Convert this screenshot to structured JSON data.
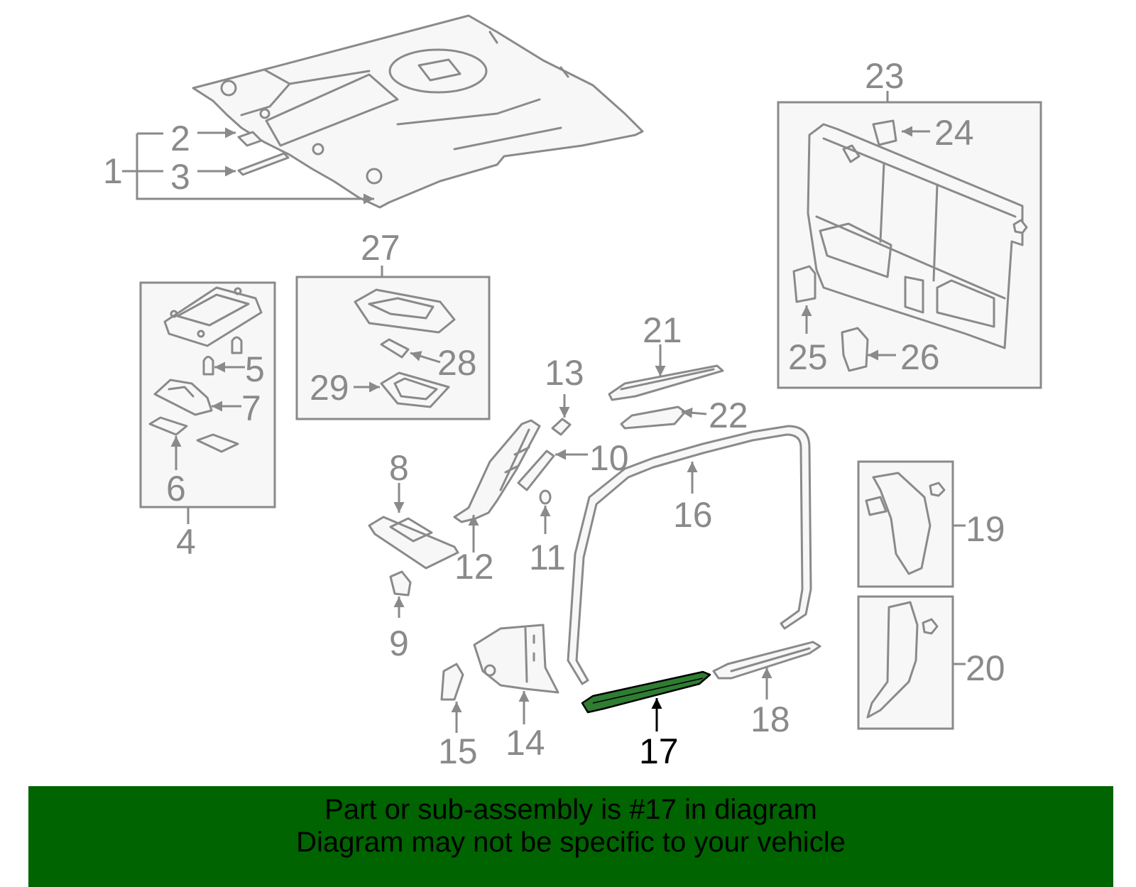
{
  "highlight": {
    "callout": "17",
    "color": "#2e7d32"
  },
  "colors": {
    "line": "#8a8a8a",
    "banner": "#006400"
  },
  "callouts": {
    "c1": "1",
    "c2": "2",
    "c3": "3",
    "c4": "4",
    "c5": "5",
    "c6": "6",
    "c7": "7",
    "c8": "8",
    "c9": "9",
    "c10": "10",
    "c11": "11",
    "c12": "12",
    "c13": "13",
    "c14": "14",
    "c15": "15",
    "c16": "16",
    "c17": "17",
    "c18": "18",
    "c19": "19",
    "c20": "20",
    "c21": "21",
    "c22": "22",
    "c23": "23",
    "c24": "24",
    "c25": "25",
    "c26": "26",
    "c27": "27",
    "c28": "28",
    "c29": "29"
  },
  "banner": {
    "line1": "Part or sub-assembly is #17 in diagram",
    "line2": "Diagram may not be specific to your vehicle"
  }
}
